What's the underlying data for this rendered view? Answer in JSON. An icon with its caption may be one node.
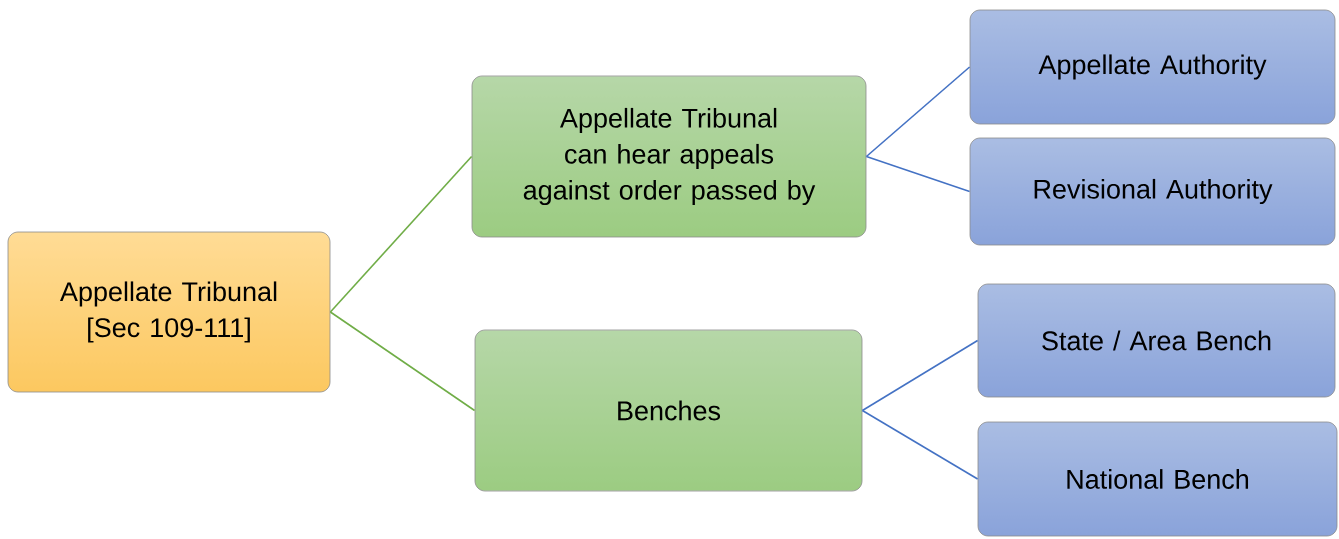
{
  "diagram": {
    "nodes": [
      {
        "text": [
          "Appellate Tribunal [Sec 109-111]"
        ]
      },
      {
        "text": [
          "Appellate Tribunal can hear appeals against order passed by"
        ]
      },
      {
        "text": [
          "Benches"
        ]
      },
      {
        "text": [
          "Appellate Authority"
        ]
      },
      {
        "text": [
          "Revisional Authority"
        ]
      },
      {
        "text": [
          "State / Area Bench"
        ]
      },
      {
        "text": [
          "National Bench"
        ]
      }
    ],
    "edges": [
      {
        "from": 0,
        "to": 1,
        "arrow": "none",
        "color": "#70ad47"
      },
      {
        "from": 0,
        "to": 2,
        "arrow": "none",
        "color": "#70ad47"
      },
      {
        "from": 1,
        "to": 3,
        "arrow": "none"
      },
      {
        "from": 1,
        "to": 4,
        "arrow": "none"
      },
      {
        "from": 2,
        "to": 5,
        "arrow": "none"
      },
      {
        "from": 2,
        "to": 6,
        "arrow": "none"
      }
    ]
  }
}
